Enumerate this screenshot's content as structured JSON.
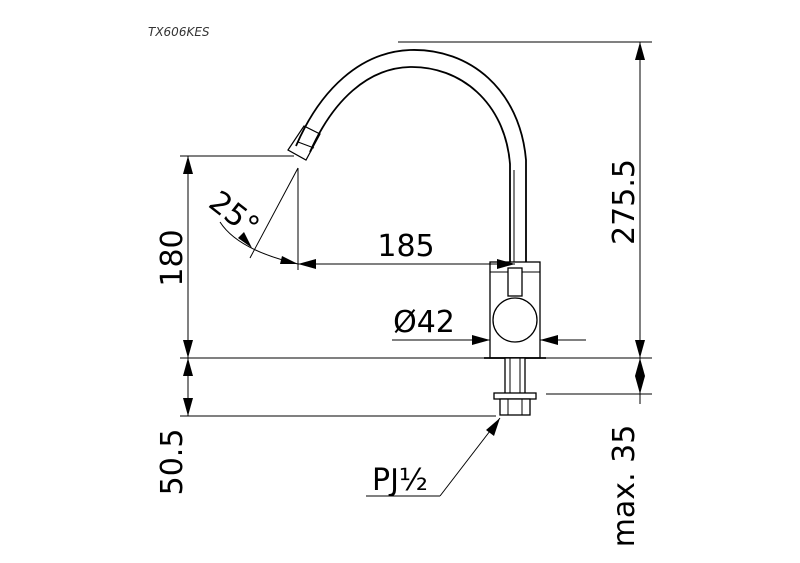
{
  "model_code": "TX606KES",
  "dimensions": {
    "total_height": "275.5",
    "spout_height": "180",
    "reach": "185",
    "spray_angle": "25°",
    "body_diameter": "Ø42",
    "below_deck": "50.5",
    "deck_thickness": "max. 35",
    "connection_thread": "PJ½"
  }
}
